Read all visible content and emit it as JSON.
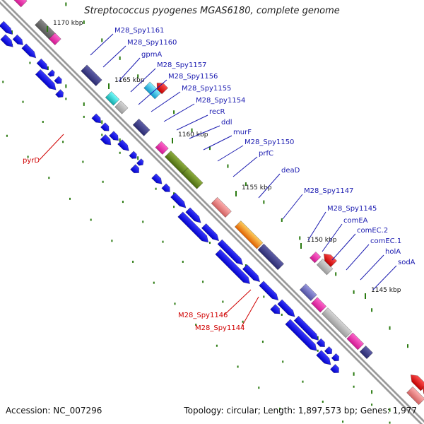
{
  "title": "Streptococcus pyogenes MGAS6180, complete genome",
  "accession": "Accession: NC_007296",
  "topology": "Topology: circular; Length: 1,897,573 bp; Genes: 1,977",
  "colors": {
    "label_forward": "#1a1ab0",
    "label_reverse": "#d00000",
    "backbone": "#8a8a8a",
    "tick": "#2a7a10"
  },
  "kbp_labels": [
    "1170 kbp",
    "1165 kbp",
    "1160 kbp",
    "1155 kbp",
    "1150 kbp",
    "1145 kbp"
  ],
  "gene_labels_forward": [
    "M28_Spy1161",
    "M28_Spy1160",
    "gpmA",
    "M28_Spy1157",
    "M28_Spy1156",
    "M28_Spy1155",
    "M28_Spy1154",
    "recR",
    "ddl",
    "murF",
    "M28_Spy1150",
    "prfC",
    "deaD",
    "M28_Spy1147",
    "M28_Spy1145",
    "comEA",
    "comEC.2",
    "comEC.1",
    "holA",
    "sodA"
  ],
  "gene_labels_reverse": [
    "pyrD",
    "M28_Spy1146",
    "M28_Spy1144"
  ]
}
